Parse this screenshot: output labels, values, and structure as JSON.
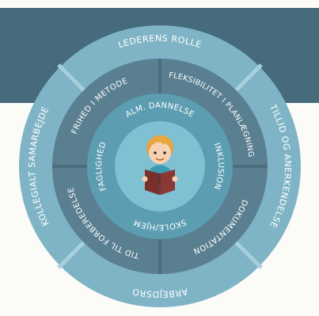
{
  "outer_ring": {
    "top": "LEDERENS ROLLE",
    "right": "TILLID OG ANERKENDELSE",
    "bottom": "ARBEJDSRO",
    "left": "KOLLEGIALT SAMARBEJDE"
  },
  "middle_ring": {
    "top_left": "FRIHED I METODE",
    "top_right": "FLEKSIBILITET I PLANLÆGNING",
    "bottom_right": "DOKUMENTATION",
    "bottom_left": "TID TIL FORBEREDELSE"
  },
  "inner_ring": {
    "top": "ALM. DANNELSE",
    "right": "INKLUSION",
    "bottom": "SKOLE/HJEM",
    "left": "FAGLIGHED"
  },
  "center": {
    "icon": "child-reading-book-icon"
  },
  "colors": {
    "banner": "#466b7d",
    "outer_ring": "#7fb4c6",
    "outer_separator": "#a7d0dc",
    "middle_ring": "#5a7f90",
    "middle_separator": "#4b6d7d",
    "inner_ring": "#5d9db2",
    "center_disc": "#7fc0d2",
    "text": "#ffffff",
    "text_outline": "#2f4d5a"
  }
}
